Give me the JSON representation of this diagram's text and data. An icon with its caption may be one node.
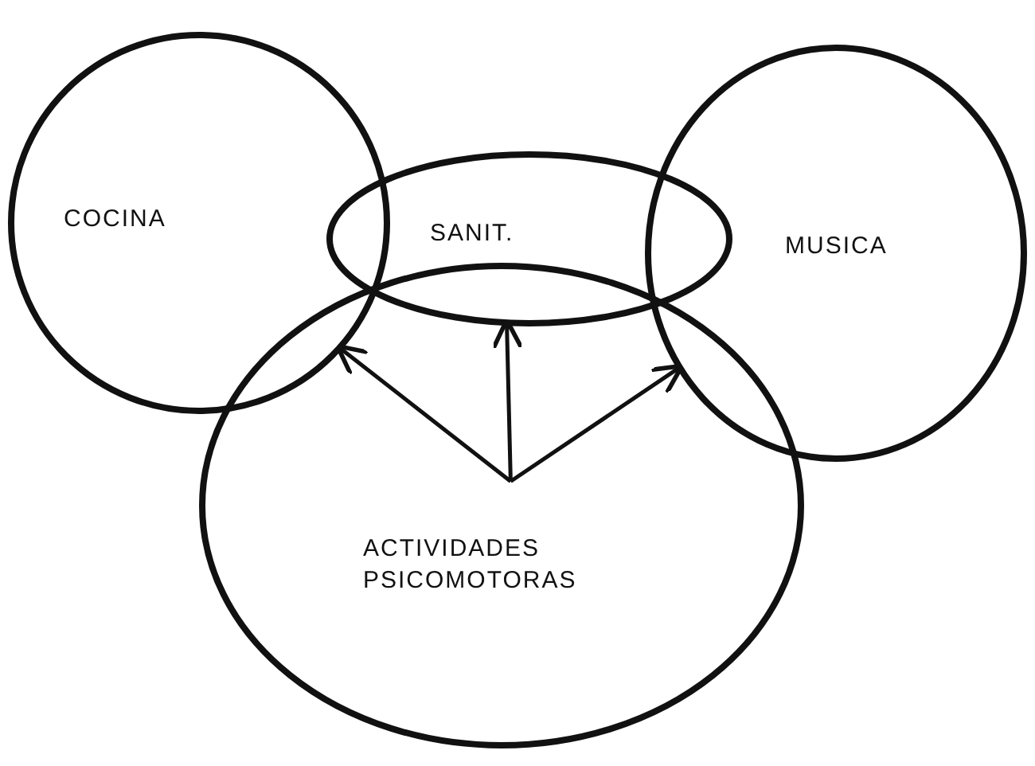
{
  "diagram": {
    "nodes": [
      {
        "text": [
          "COCINA"
        ]
      },
      {
        "text": [
          "SANIT."
        ]
      },
      {
        "text": [
          "MUSICA"
        ]
      },
      {
        "text": [
          "ACTIVIDADES PSICOMOTORAS"
        ]
      }
    ],
    "edges": [
      {
        "from": 3,
        "to": 0,
        "arrow": "to"
      },
      {
        "from": 3,
        "to": 1,
        "arrow": "to"
      },
      {
        "from": 3,
        "to": 2,
        "arrow": "to"
      }
    ]
  }
}
